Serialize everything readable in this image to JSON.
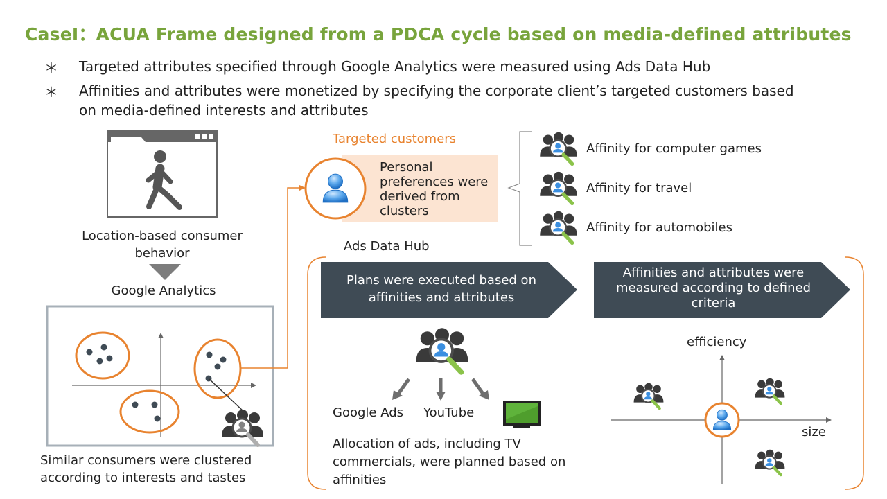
{
  "slide": {
    "title": "CaseⅠ：ACUA Frame designed from a PDCA cycle based on media-defined attributes",
    "bullets": [
      {
        "mark": "＊",
        "text": "Targeted attributes specified through Google Analytics were measured using Ads Data Hub"
      },
      {
        "mark": "＊",
        "text": "Affinities and attributes were monetized by specifying the corporate client’s targeted customers based on media-defined interests and attributes"
      }
    ]
  },
  "left": {
    "location_label": "Location-based consumer behavior",
    "ga_label": "Google Analytics",
    "cluster_caption": "Similar consumers were clustered according to interests and tastes"
  },
  "targeted": {
    "heading": "Targeted customers",
    "text": "Personal preferences were derived from clusters"
  },
  "affinities": [
    "Affinity for computer games",
    "Affinity for travel",
    "Affinity for automobiles"
  ],
  "adh": {
    "label": "Ads Data Hub",
    "plans_box": "Plans were executed based on affinities and attributes",
    "measured_box": "Affinities and attributes were measured according to defined criteria",
    "google_ads": "Google Ads",
    "youtube": "YouTube",
    "allocation_text": "Allocation of ads, including TV commercials, were planned based on affinities",
    "efficiency": "efficiency",
    "size": "size"
  },
  "colors": {
    "title_green": "#78a43c",
    "orange": "#e8832f",
    "dark_box": "#3f4b55",
    "peach": "#fce4d2",
    "person_blue": "#3b8fe0",
    "magnifier_green": "#8bc34a"
  },
  "icons": [
    "person-walking-icon",
    "browser-window-icon",
    "users-search-icon",
    "user-icon",
    "tv-icon",
    "down-arrow-icon"
  ]
}
